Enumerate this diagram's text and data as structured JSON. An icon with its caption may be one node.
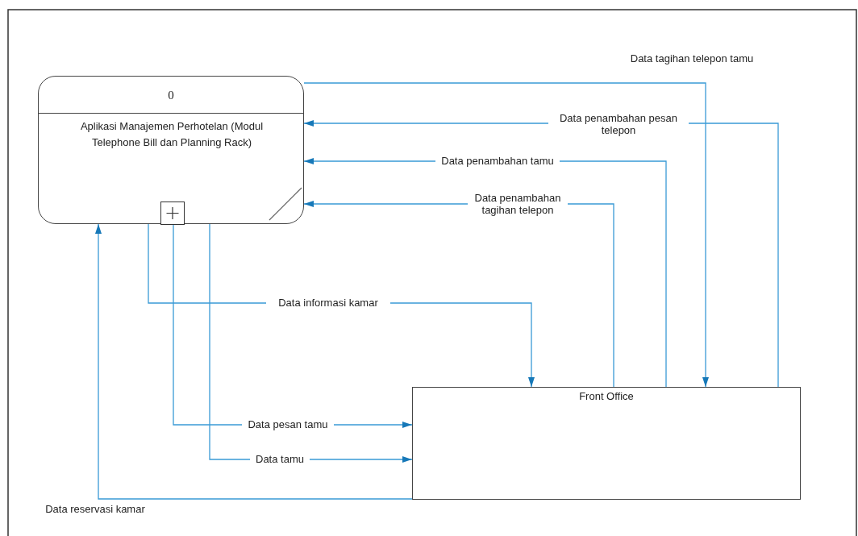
{
  "diagram": {
    "nodes": [
      {
        "text": [
          "0",
          "Aplikasi Manajemen Perhotelan (Modul Telephone Bill dan Planning Rack)"
        ]
      },
      {
        "text": [
          "Front Office"
        ]
      }
    ],
    "edges": [
      {
        "from": 0,
        "to": 1,
        "arrow": "to",
        "label": "Data tagihan telepon tamu"
      },
      {
        "from": 1,
        "to": 0,
        "arrow": "to",
        "label": "Data penambahan pesan telepon"
      },
      {
        "from": 1,
        "to": 0,
        "arrow": "to",
        "label": "Data penambahan tamu"
      },
      {
        "from": 1,
        "to": 0,
        "arrow": "to",
        "label": "Data penambahan tagihan telepon"
      },
      {
        "from": 0,
        "to": 1,
        "arrow": "to",
        "label": "Data informasi kamar"
      },
      {
        "from": 0,
        "to": 1,
        "arrow": "to",
        "label": "Data pesan tamu"
      },
      {
        "from": 0,
        "to": 1,
        "arrow": "to",
        "label": "Data tamu"
      },
      {
        "from": 1,
        "to": 0,
        "arrow": "to",
        "label": "Data reservasi kamar"
      }
    ]
  }
}
